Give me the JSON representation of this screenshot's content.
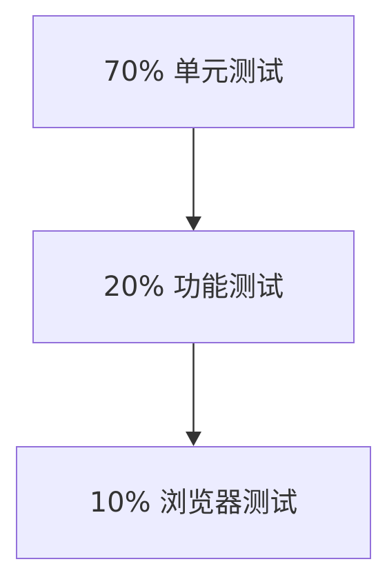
{
  "diagram": {
    "type": "flowchart",
    "direction": "top-down",
    "nodes": [
      {
        "id": "unit",
        "label": "70% 单元测试"
      },
      {
        "id": "functional",
        "label": "20% 功能测试"
      },
      {
        "id": "browser",
        "label": "10% 浏览器测试"
      }
    ],
    "edges": [
      {
        "from": "unit",
        "to": "functional"
      },
      {
        "from": "functional",
        "to": "browser"
      }
    ],
    "colors": {
      "node_fill": "#ECECFF",
      "node_border": "#9370DB",
      "text": "#333333",
      "edge": "#333333"
    }
  }
}
